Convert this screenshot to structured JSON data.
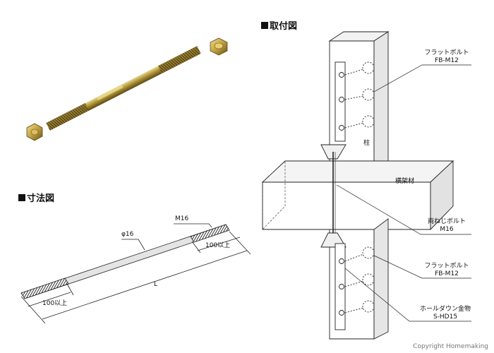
{
  "install": {
    "title": "取付図",
    "labels": {
      "flat_bolt_top": "フラットボルト",
      "flat_bolt_top_code": "FB-M12",
      "pillar": "柱",
      "beam": "横架材",
      "double_bolt": "両ねじボルト",
      "double_bolt_code": "M16",
      "flat_bolt_bottom": "フラットボルト",
      "flat_bolt_bottom_code": "FB-M12",
      "holddown": "ホールダウン金物",
      "holddown_code": "S-HD15"
    }
  },
  "dimension": {
    "title": "寸法図",
    "labels": {
      "thread_size": "M16",
      "diameter": "φ16",
      "thread_len_right": "100以上",
      "length": "L",
      "thread_len_left": "100以上"
    }
  },
  "copyright": "Copyright Homemaking",
  "colors": {
    "brass": "#b8a040",
    "line": "#222222",
    "steel": "#d8d8d8"
  }
}
